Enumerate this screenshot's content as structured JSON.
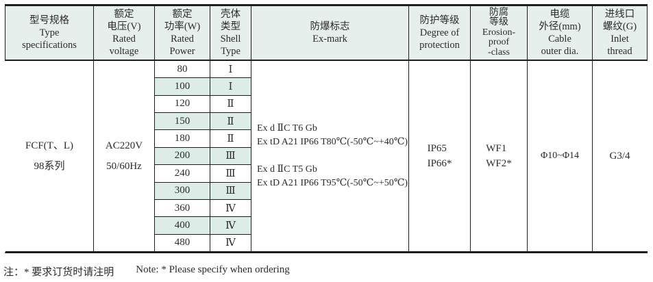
{
  "colors": {
    "header_bg": "#e6efec",
    "row_shade": "#dcece7",
    "border": "#1c1c1c"
  },
  "header": [
    {
      "id": "type-specifications",
      "lines": [
        "型号规格",
        "Type",
        "specifications"
      ]
    },
    {
      "id": "rated-voltage",
      "lines": [
        "额定",
        "电压(V)",
        "Rated",
        "voltage"
      ]
    },
    {
      "id": "rated-power",
      "lines": [
        "额定",
        "功率(W)",
        "Rated",
        "Power"
      ]
    },
    {
      "id": "shell-type",
      "lines": [
        "壳体",
        "类型",
        "Shell",
        "Type"
      ]
    },
    {
      "id": "ex-mark",
      "lines": [
        "防爆标志",
        "Ex-mark"
      ]
    },
    {
      "id": "degree-of-protection",
      "lines": [
        "防护等级",
        "Degree of",
        "protection"
      ]
    },
    {
      "id": "erosion-proof-class",
      "lines": [
        "防腐",
        "等级",
        "Erosion-",
        "proof",
        "-class"
      ]
    },
    {
      "id": "cable-outer-dia",
      "lines": [
        "电缆",
        "外径(mm)",
        "Cable",
        "outer dia."
      ]
    },
    {
      "id": "inlet-thread",
      "lines": [
        "进线口",
        "螺纹(G)",
        "Inlet",
        "thread"
      ]
    }
  ],
  "body": {
    "model": {
      "lines": [
        "FCF(T、L)",
        "98系列"
      ]
    },
    "voltage": {
      "lines": [
        "AC220V",
        "50/60Hz"
      ]
    },
    "rows": [
      {
        "power": "80",
        "shell": "Ⅰ"
      },
      {
        "power": "100",
        "shell": "Ⅰ"
      },
      {
        "power": "120",
        "shell": "Ⅱ"
      },
      {
        "power": "150",
        "shell": "Ⅱ"
      },
      {
        "power": "180",
        "shell": "Ⅱ"
      },
      {
        "power": "200",
        "shell": "Ⅲ"
      },
      {
        "power": "240",
        "shell": "Ⅲ"
      },
      {
        "power": "300",
        "shell": "Ⅲ"
      },
      {
        "power": "360",
        "shell": "Ⅳ"
      },
      {
        "power": "400",
        "shell": "Ⅳ"
      },
      {
        "power": "480",
        "shell": "Ⅳ"
      }
    ],
    "ex_mark_groups": [
      {
        "lines": [
          "Ex d ⅡC T6 Gb",
          "Ex tD A21 IP66 T80℃(-50℃~+40℃)"
        ]
      },
      {
        "lines": [
          "Ex d ⅡC T5 Gb",
          "Ex tD A21 IP66 T95℃(-50℃~+50℃)"
        ]
      }
    ],
    "protection": {
      "lines": [
        "IP65",
        "IP66*"
      ]
    },
    "erosion": {
      "lines": [
        "WF1",
        "WF2*"
      ]
    },
    "cable": "Φ10~Φ14",
    "inlet": "G3/4"
  },
  "footer": {
    "note_zh": "注：* 要求订货时请注明",
    "note_en": "Note: * Please specify when ordering"
  }
}
